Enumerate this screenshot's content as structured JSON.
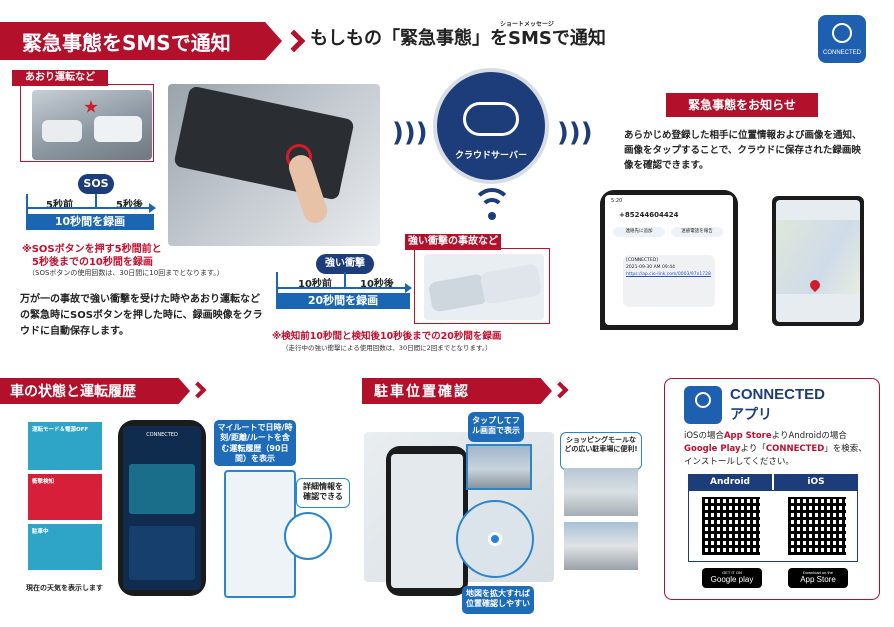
{
  "top_banner": "緊急事態をSMSで通知",
  "subtitle": {
    "prefix": "もしもの「緊急事態」を",
    "sms": "SMS",
    "ruby": "ショートメッセージ",
    "suffix": "で通知"
  },
  "connected_logo": "CONNECTED",
  "aori_label": "あおり運転など",
  "sos": {
    "label": "SOS",
    "before": "5秒前",
    "after": "5秒後",
    "bar": "10秒間を録画",
    "note1": "※SOSボタンを押す5秒間前と",
    "note2": "5秒後までの10秒間を録画",
    "note3": "（SOSボタンの使用回数は、30日間に10回までとなります。）"
  },
  "sos_description": "万が一の事故で強い衝撃を受けた時やあおり運転などの緊急時にSOSボタンを押した時に、録画映像をクラウドに自動保存します。",
  "cloud": {
    "label": "クラウドサーバー"
  },
  "impact": {
    "label": "強い衝撃",
    "accident_label": "強い衝撃の事故など",
    "before": "10秒前",
    "after": "10秒後",
    "bar": "20秒間を録画",
    "note1": "※検知前10秒間と検知後10秒後までの20秒間を録画",
    "note2": "（走行中の強い衝撃による使用回数は、30日間に2回までとなります。）"
  },
  "notify": {
    "title": "緊急事態をお知らせ",
    "body": "あらかじめ登録した相手に位置情報および画像を通知、画像をタップすることで、クラウドに保存された録画映像を確認できます。"
  },
  "sms_screen": {
    "time": "5:20",
    "number": "+85244604424",
    "btn1": "連絡先に追加",
    "btn2": "迷惑電話を報告",
    "sender": "[CONNECTED]",
    "msg": "2021-09-30 AM 09:44",
    "link": "https://ap.cio-link.com/0003/97n1728"
  },
  "section_vehicle": {
    "title": "車の状態と運転履歴",
    "callout_route": "マイルートで日時/時刻/距離/ルートを含む運転履歴（90日間）を表示",
    "callout_detail": "詳細情報を確認できる",
    "weather": "現在の天気を表示します",
    "status": [
      "運転モード＆電源OFF",
      "衝撃検知",
      "駐車中"
    ],
    "app_title": "CONNECTED"
  },
  "section_parking": {
    "title": "駐車位置確認",
    "callout_tap": "タップしてフル画面で表示",
    "callout_mall": "ショッピングモールなどの広い駐車場に便利!",
    "callout_zoom": "地図を拡大すれば位置確認しやすい"
  },
  "app": {
    "title1": "CONNECTED",
    "title2": "アプリ",
    "desc_l1_pre": "iOSの場合",
    "desc_l1_bold": "App Store",
    "desc_l1_post": "よりAndroidの場合",
    "desc_l2_bold": "Google Play",
    "desc_l2_mid": "より「",
    "desc_l2_bold2": "CONNECTED",
    "desc_l2_post": "」を検索、",
    "desc_l3": "インストールしてください。",
    "android": "Android",
    "ios": "iOS",
    "google_small": "GET IT ON",
    "google": "Google play",
    "apple_small": "Download on the",
    "apple": "App Store"
  }
}
